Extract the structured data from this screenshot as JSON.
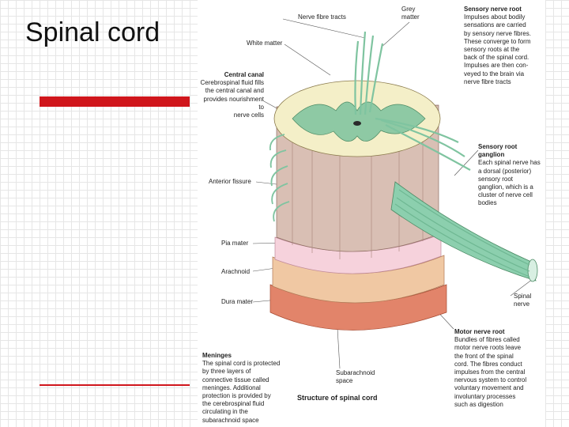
{
  "slide": {
    "title": "Spinal cord"
  },
  "diagram": {
    "caption": "Structure of spinal cord",
    "labels": {
      "nerve_fibre_tracts": "Nerve fibre tracts",
      "grey_matter_1": "Grey",
      "grey_matter_2": "matter",
      "white_matter": "White matter",
      "anterior_fissure": "Anterior fissure",
      "pia_mater": "Pia mater",
      "arachnoid": "Arachnoid",
      "dura_mater": "Dura mater",
      "subarachnoid_1": "Subarachnoid",
      "subarachnoid_2": "space",
      "spinal_nerve_1": "Spinal",
      "spinal_nerve_2": "nerve"
    },
    "blocks": {
      "central_canal": {
        "heading": "Central canal",
        "lines": [
          "Cerebrospinal fluid fills",
          "the central canal and",
          "provides nourishment to",
          "nerve cells"
        ]
      },
      "sensory_nerve_root": {
        "heading": "Sensory nerve root",
        "lines": [
          "Impulses about bodily",
          "sensations are carried",
          "by sensory nerve fibres.",
          "These converge to form",
          "sensory roots at the",
          "back of the spinal cord.",
          "Impulses are then con-",
          "veyed to the brain via",
          "nerve fibre tracts"
        ]
      },
      "sensory_root_ganglion": {
        "heading": "Sensory root",
        "heading2": "ganglion",
        "lines": [
          "Each spinal nerve has",
          "a dorsal (posterior)",
          "sensory root",
          "ganglion, which is a",
          "cluster of nerve cell",
          "bodies"
        ]
      },
      "motor_nerve_root": {
        "heading": "Motor nerve root",
        "lines": [
          "Bundles of fibres called",
          "motor nerve roots leave",
          "the front of the spinal",
          "cord. The fibres conduct",
          "impulses from the central",
          "nervous system to control",
          "voluntary movement and",
          "involuntary processes",
          "such as digestion"
        ]
      },
      "meninges": {
        "heading": "Meninges",
        "lines": [
          "The spinal cord is protected",
          "by three layers of",
          "connective tissue called",
          "meninges. Additional",
          "protection is provided by",
          "the cerebrospinal fluid",
          "circulating in the",
          "subarachnoid space"
        ]
      }
    }
  },
  "colors": {
    "accent_red": "#d0161c",
    "nerve_green": "#7fc4a0",
    "grey_matter": "#8ec9a4",
    "white_matter": "#f4efc8"
  }
}
